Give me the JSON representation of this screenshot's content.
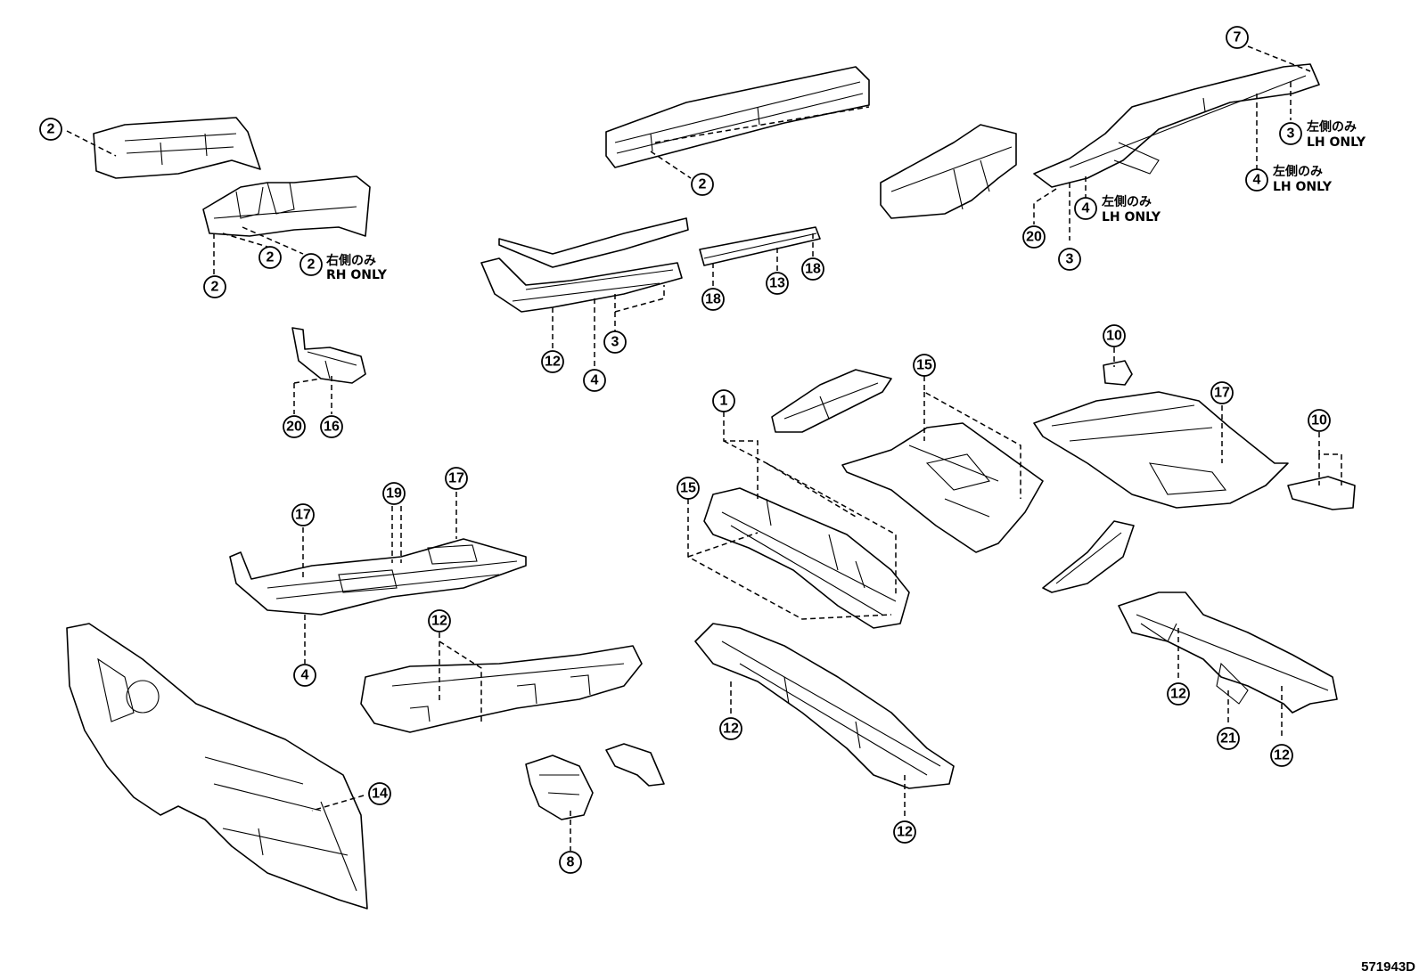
{
  "diagram_code": "571943D",
  "notes": {
    "rh_only_jp": "右側のみ",
    "rh_only_en": "RH ONLY",
    "lh_only_jp": "左側のみ",
    "lh_only_en": "LH ONLY"
  },
  "callouts": [
    "1",
    "2",
    "3",
    "4",
    "7",
    "8",
    "10",
    "12",
    "13",
    "14",
    "15",
    "16",
    "17",
    "18",
    "19",
    "20",
    "21"
  ]
}
